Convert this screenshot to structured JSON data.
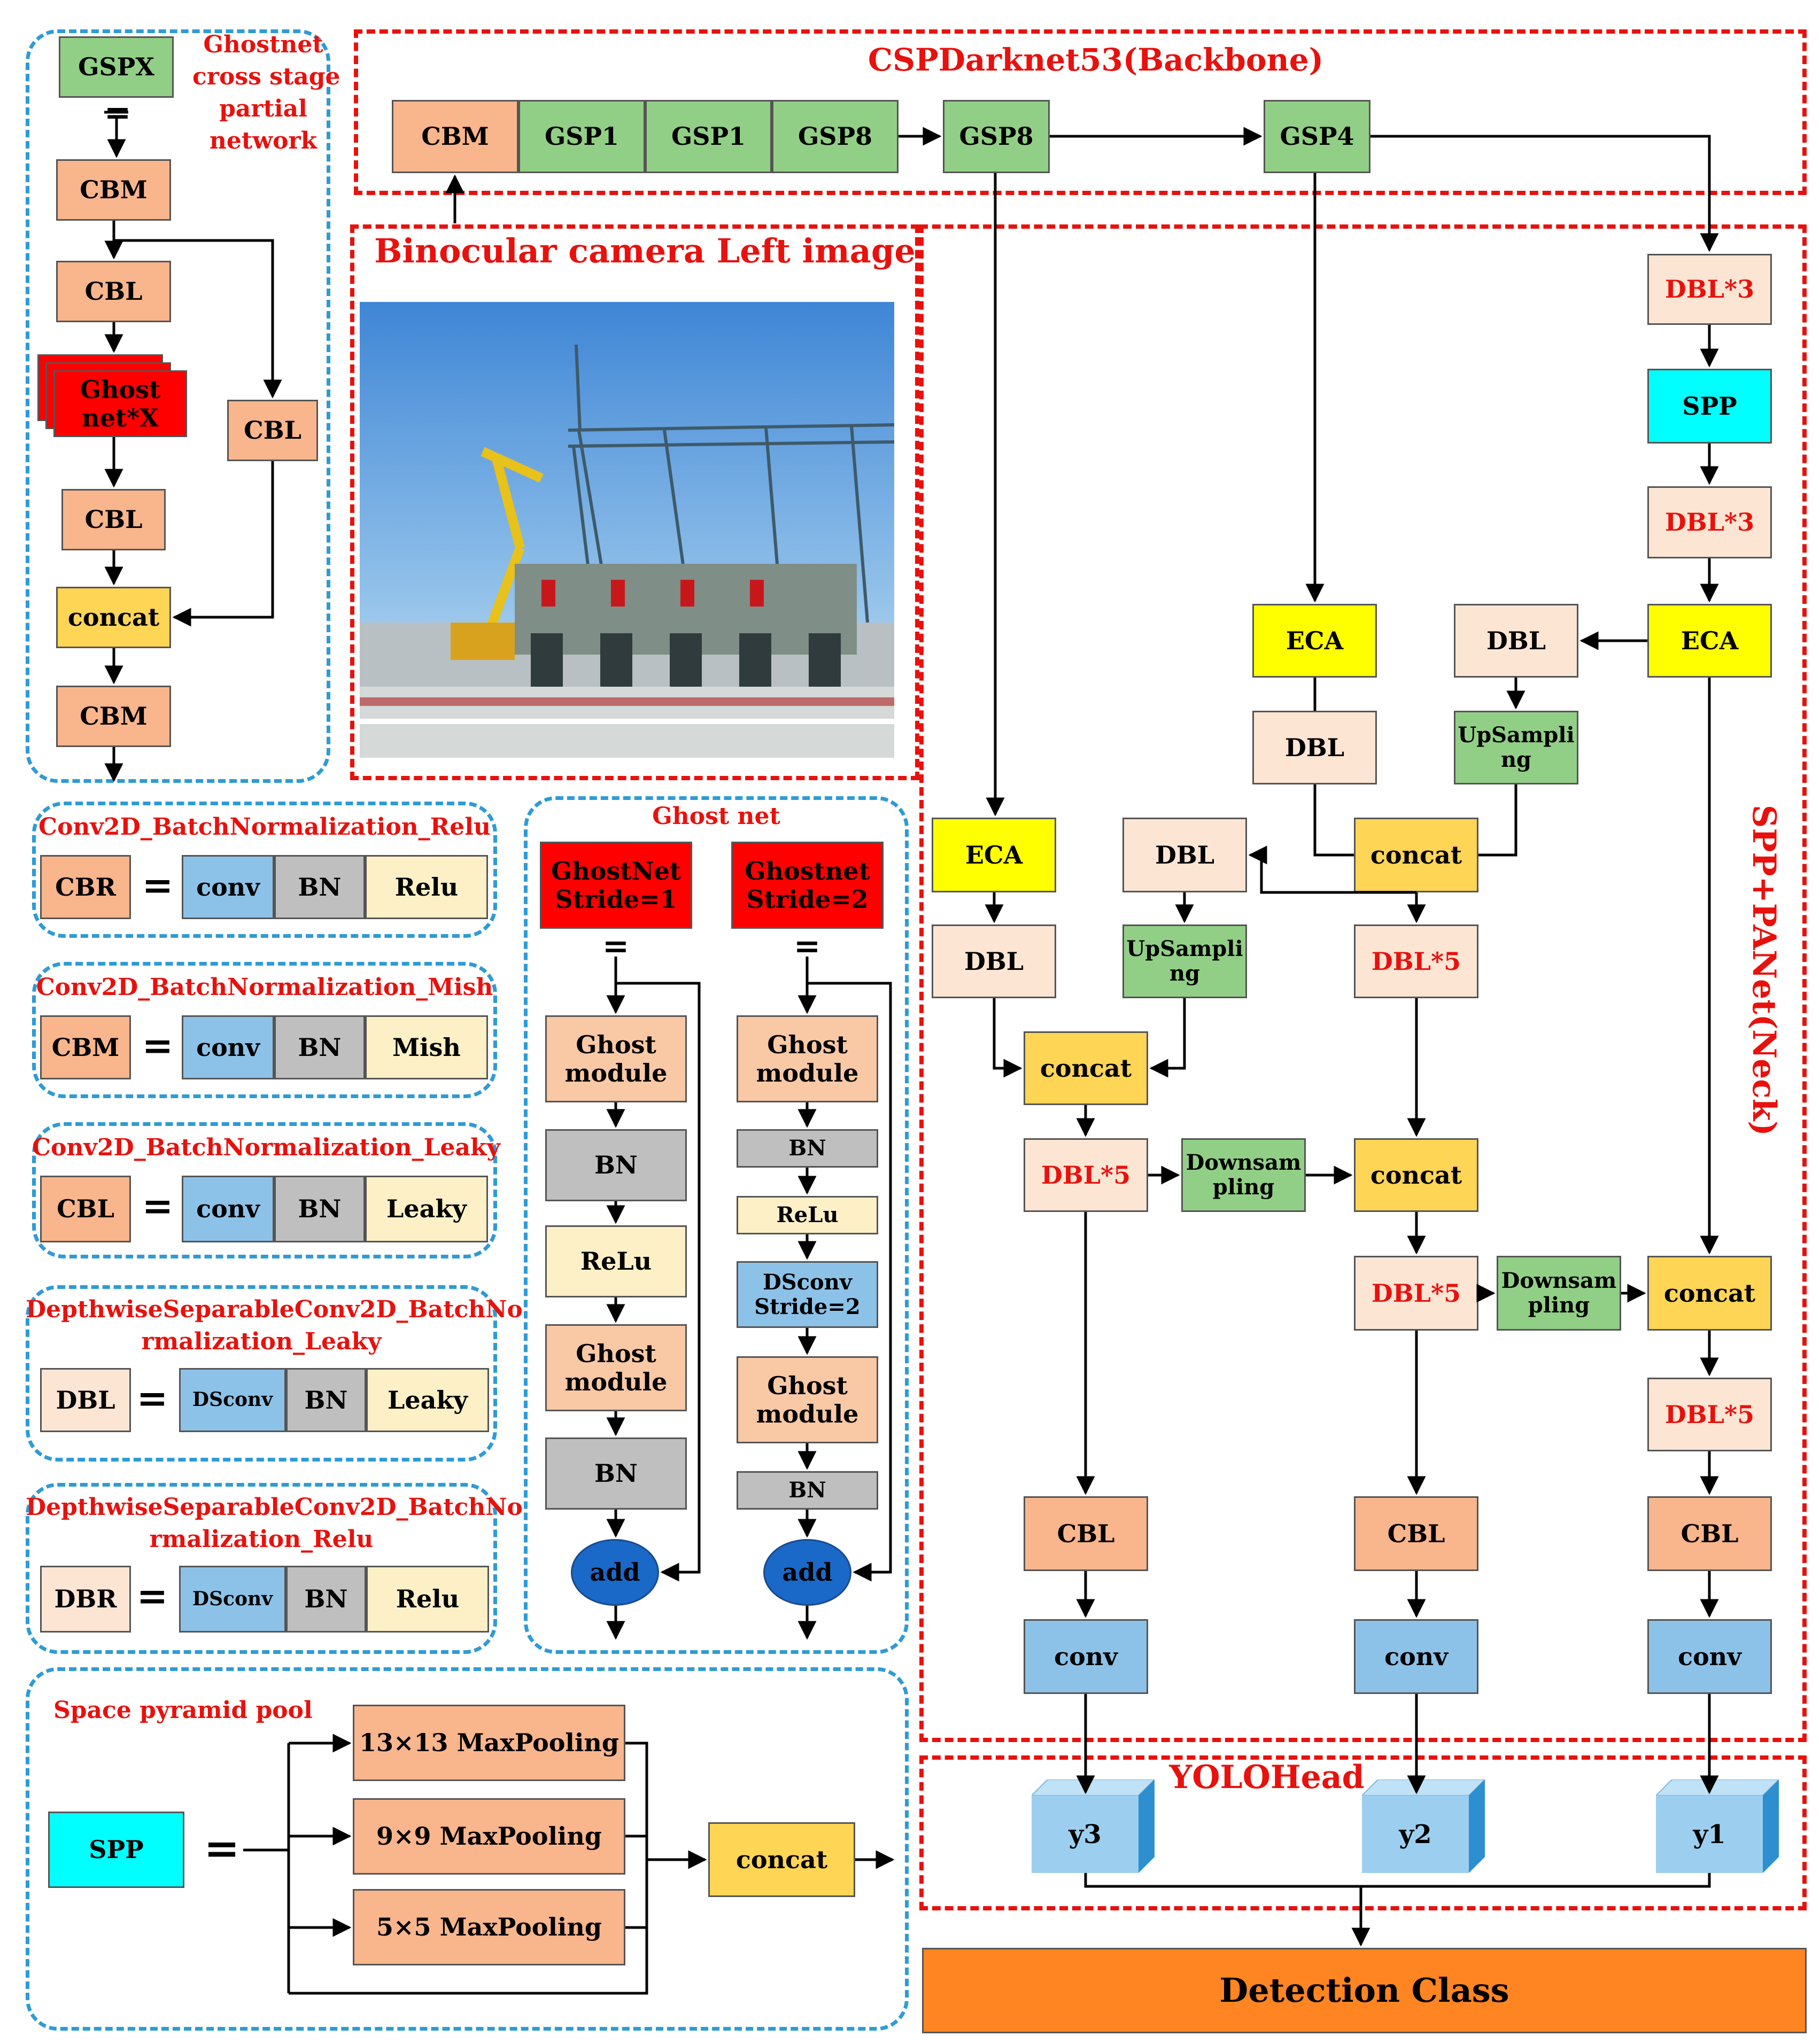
{
  "colors": {
    "cbm": "#f9b58c",
    "gsp": "#92cf86",
    "light": "#fde5d4",
    "eca": "#ffff00",
    "spp": "#00ffff",
    "concat": "#ffd555",
    "upsampling": "#92cf86",
    "conv": "#8cc2e8",
    "bn": "#bfbfbf",
    "act": "#fdf0c6",
    "ghost_red": "#ff0000",
    "ghost_module": "#f9c8a5",
    "add": "#1a68c8",
    "cube": "#9ccfef",
    "detection": "#ff8522",
    "frame_red": "#e8110d",
    "frame_blue": "#2e9bd6"
  },
  "backbone": {
    "title": "CSPDarknet53(Backbone)",
    "cbm": "CBM",
    "gsp1a": "GSP1",
    "gsp1b": "GSP1",
    "gsp8a": "GSP8",
    "gsp8b": "GSP8",
    "gsp4": "GSP4"
  },
  "camera": {
    "title": "Binocular camera Left image"
  },
  "neck": {
    "title": "SPP+PANet(Neck)",
    "dbl3_top": "DBL*3",
    "spp": "SPP",
    "dbl3_mid": "DBL*3",
    "eca_right": "ECA",
    "dbl_right": "DBL",
    "up_right_1": "UpSampli",
    "up_right_2": "ng",
    "eca_mid": "ECA",
    "dbl_mid": "DBL",
    "concat_top": "concat",
    "dbl_upper_left": "DBL",
    "up_left_1": "UpSampli",
    "up_left_2": "ng",
    "dbl5_a": "DBL*5",
    "eca_left": "ECA",
    "dbl_left": "DBL",
    "concat_left": "concat",
    "dbl5_left": "DBL*5",
    "down1_1": "Downsam",
    "down1_2": "pling",
    "concat_mid": "concat",
    "dbl5_mid": "DBL*5",
    "down2_1": "Downsam",
    "down2_2": "pling",
    "concat_right": "concat",
    "dbl5_right": "DBL*5",
    "cbl_1": "CBL",
    "cbl_2": "CBL",
    "cbl_3": "CBL",
    "conv_1": "conv",
    "conv_2": "conv",
    "conv_3": "conv"
  },
  "head": {
    "title": "YOLOHead",
    "y3": "y3",
    "y2": "y2",
    "y1": "y1"
  },
  "detection": "Detection Class",
  "gspx": {
    "title_1": "Ghostnet",
    "title_2": "cross stage",
    "title_3": "partial",
    "title_4": "network",
    "gspx": "GSPX",
    "equals": "=",
    "cbm_top": "CBM",
    "cbl_1": "CBL",
    "ghost_1": "Ghost",
    "ghost_2": "net*X",
    "cbl_side": "CBL",
    "cbl_2": "CBL",
    "concat": "concat",
    "cbm_bottom": "CBM"
  },
  "legends": [
    {
      "title": "Conv2D_BatchNormalization_Relu",
      "name": "CBR",
      "a": "conv",
      "b": "BN",
      "c": "Relu"
    },
    {
      "title": "Conv2D_BatchNormalization_Mish",
      "name": "CBM",
      "a": "conv",
      "b": "BN",
      "c": "Mish"
    },
    {
      "title": "Conv2D_BatchNormalization_Leaky",
      "name": "CBL",
      "a": "conv",
      "b": "BN",
      "c": "Leaky"
    },
    {
      "title_1": "DepthwiseSeparableConv2D_BatchNo",
      "title_2": "rmalization_Leaky",
      "name": "DBL",
      "a": "DSconv",
      "b": "BN",
      "c": "Leaky"
    },
    {
      "title_1": "DepthwiseSeparableConv2D_BatchNo",
      "title_2": "rmalization_Relu",
      "name": "DBR",
      "a": "DSconv",
      "b": "BN",
      "c": "Relu"
    }
  ],
  "equals": "=",
  "ghostnet": {
    "title": "Ghost net",
    "s1_1": "GhostNet",
    "s1_2": "Stride=1",
    "s2_1": "Ghostnet",
    "s2_2": "Stride=2",
    "eq": "=",
    "gm1_1": "Ghost",
    "gm1_2": "module",
    "bn1": "BN",
    "relu1": "ReLu",
    "gm2_1": "Ghost",
    "gm2_2": "module",
    "bn2": "BN",
    "add1": "add",
    "gm3_1": "Ghost",
    "gm3_2": "module",
    "bn3": "BN",
    "relu2": "ReLu",
    "ds_1": "DSconv",
    "ds_2": "Stride=2",
    "gm4_1": "Ghost",
    "gm4_2": "module",
    "bn4": "BN",
    "add2": "add"
  },
  "spp_section": {
    "title": "Space pyramid pool",
    "spp": "SPP",
    "equals": "=",
    "pool13": "13×13 MaxPooling",
    "pool9": "9×9 MaxPooling",
    "pool5": "5×5 MaxPooling",
    "concat": "concat"
  }
}
